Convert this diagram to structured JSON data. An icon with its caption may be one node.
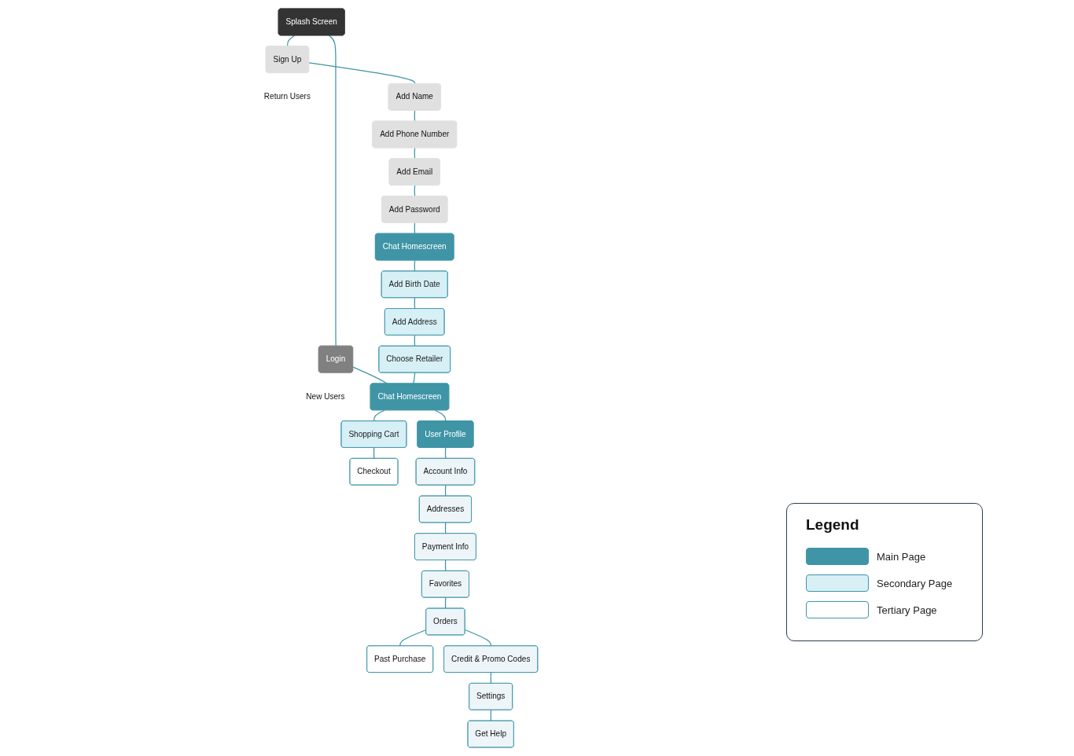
{
  "diagram": {
    "nodes": [
      {
        "text": [
          "Splash Screen"
        ]
      },
      {
        "text": [
          "Login"
        ],
        "beside": [
          "New Users"
        ]
      },
      {
        "text": [
          "Sign Up"
        ],
        "beside": [
          "Return Users"
        ]
      },
      {
        "text": [
          "Add Name"
        ]
      },
      {
        "text": [
          "Add Phone Number"
        ]
      },
      {
        "text": [
          "Add Email"
        ]
      },
      {
        "text": [
          "Add Password"
        ]
      },
      {
        "text": [
          "Chat Homescreen"
        ]
      },
      {
        "text": [
          "Add Birth Date"
        ]
      },
      {
        "text": [
          "Add Address"
        ]
      },
      {
        "text": [
          "Choose Retailer"
        ]
      },
      {
        "text": [
          "User Profile"
        ]
      },
      {
        "text": [
          "Chat Homescreen"
        ]
      },
      {
        "text": [
          "Shopping Cart"
        ]
      },
      {
        "text": [
          "Checkout"
        ]
      },
      {
        "text": [
          "Account Info"
        ]
      },
      {
        "text": [
          "Addresses"
        ]
      },
      {
        "text": [
          "Payment Info"
        ]
      },
      {
        "text": [
          "Favorites"
        ]
      },
      {
        "text": [
          "Orders"
        ]
      },
      {
        "text": [
          "Past Purchase"
        ]
      },
      {
        "text": [
          "Credit & Promo Codes"
        ]
      },
      {
        "text": [
          "Settings"
        ]
      },
      {
        "text": [
          "Get Help"
        ]
      }
    ],
    "edges": [
      {
        "from": 0,
        "to": 1,
        "arrow": "none"
      },
      {
        "from": 0,
        "to": 2,
        "arrow": "none"
      },
      {
        "from": 2,
        "to": 3,
        "arrow": "none"
      },
      {
        "from": 3,
        "to": 4,
        "arrow": "none"
      },
      {
        "from": 4,
        "to": 5,
        "arrow": "none"
      },
      {
        "from": 5,
        "to": 6,
        "arrow": "none"
      },
      {
        "from": 6,
        "to": 7,
        "arrow": "none"
      },
      {
        "from": 7,
        "to": 8,
        "arrow": "none"
      },
      {
        "from": 8,
        "to": 9,
        "arrow": "none"
      },
      {
        "from": 9,
        "to": 10,
        "arrow": "none"
      },
      {
        "from": 1,
        "to": 12,
        "arrow": "none"
      },
      {
        "from": 10,
        "to": 12,
        "arrow": "none"
      },
      {
        "from": 12,
        "to": 11,
        "arrow": "none"
      },
      {
        "from": 12,
        "to": 13,
        "arrow": "none"
      },
      {
        "from": 13,
        "to": 14,
        "arrow": "none"
      },
      {
        "from": 11,
        "to": 15,
        "arrow": "none"
      },
      {
        "from": 15,
        "to": 16,
        "arrow": "none"
      },
      {
        "from": 16,
        "to": 17,
        "arrow": "none"
      },
      {
        "from": 17,
        "to": 18,
        "arrow": "none"
      },
      {
        "from": 18,
        "to": 19,
        "arrow": "none"
      },
      {
        "from": 19,
        "to": 20,
        "arrow": "none"
      },
      {
        "from": 19,
        "to": 21,
        "arrow": "none"
      },
      {
        "from": 21,
        "to": 22,
        "arrow": "none"
      },
      {
        "from": 22,
        "to": 23,
        "arrow": "none"
      }
    ],
    "labels": [
      "Legend"
    ],
    "legend": [
      {
        "text": "Main Page",
        "color": "#3f95a6"
      },
      {
        "text": "Secondary Page",
        "color": "#d6f0f6"
      },
      {
        "text": "Tertiary Page",
        "color": "#ffffff"
      }
    ]
  }
}
